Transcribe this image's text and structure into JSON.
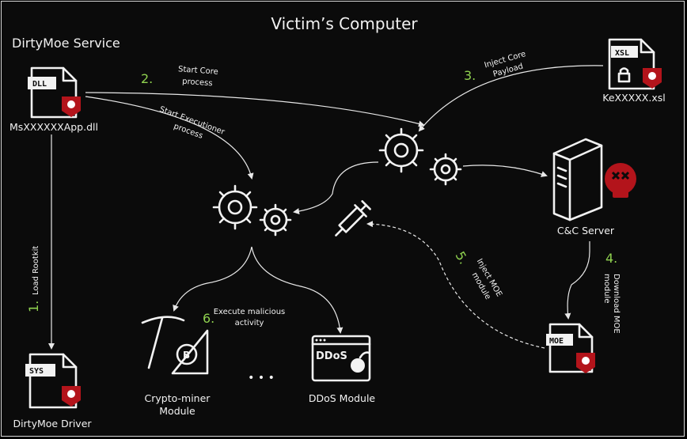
{
  "title": "Victim’s Computer",
  "service_label": "DirtyMoe Service",
  "nodes": {
    "dll": {
      "tag": "DLL",
      "label": "MsXXXXXXApp.dll"
    },
    "driver": {
      "tag": "SYS",
      "label": "DirtyMoe Driver"
    },
    "xsl": {
      "tag": "XSL",
      "label": "KeXXXXX.xsl"
    },
    "cnc": {
      "label": "C&C Server"
    },
    "moe": {
      "tag": "MOE"
    },
    "crypto": {
      "label_line1": "Crypto-miner",
      "label_line2": "Module"
    },
    "ddos": {
      "tag": "DDoS",
      "label": "DDoS Module"
    },
    "ellipsis": "• • •"
  },
  "steps": {
    "s1": {
      "num": "1.",
      "text": "Load Rootkit"
    },
    "s2": {
      "num": "2.",
      "line1": "Start Core",
      "line2": "process"
    },
    "s2b": {
      "line1": "Start Executioner",
      "line2": "process"
    },
    "s3": {
      "num": "3.",
      "line1": "Inject Core",
      "line2": "Payload"
    },
    "s4": {
      "num": "4.",
      "line1": "Download MOE",
      "line2": "module"
    },
    "s5": {
      "num": "5.",
      "line1": "Inject MOE",
      "line2": "module"
    },
    "s6": {
      "num": "6.",
      "line1": "Execute malicious",
      "line2": "activity"
    }
  }
}
